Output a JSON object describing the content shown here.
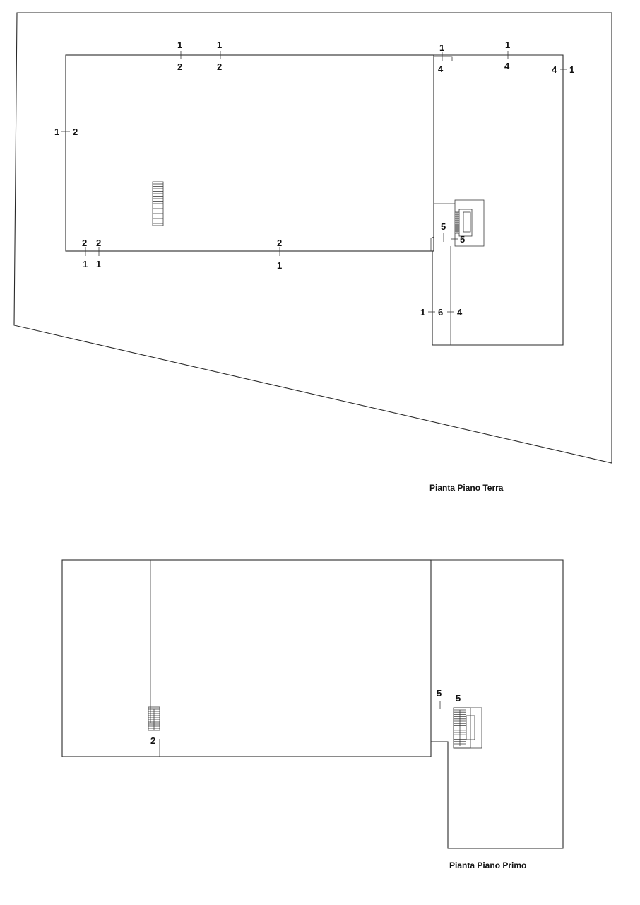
{
  "ground_floor": {
    "caption": "Pianta Piano Terra",
    "markers": {
      "top1": {
        "a": "1",
        "b": "2"
      },
      "top2": {
        "a": "1",
        "b": "2"
      },
      "top3": {
        "a": "1",
        "b": "4"
      },
      "top4": {
        "a": "1",
        "b": "4"
      },
      "top_right": {
        "a": "4",
        "b": "1"
      },
      "left": {
        "a": "1",
        "b": "2"
      },
      "bottom1": {
        "a": "2",
        "b": "1"
      },
      "bottom2": {
        "a": "2",
        "b": "1"
      },
      "bottom3": {
        "a": "2",
        "b": "1"
      },
      "stair_a": "5",
      "stair_b": "5",
      "corridor": {
        "a": "1",
        "b": "6",
        "c": "4"
      }
    }
  },
  "first_floor": {
    "caption": "Pianta Piano Primo",
    "markers": {
      "left_stair": "2",
      "wall": "5",
      "stair": "5"
    }
  }
}
